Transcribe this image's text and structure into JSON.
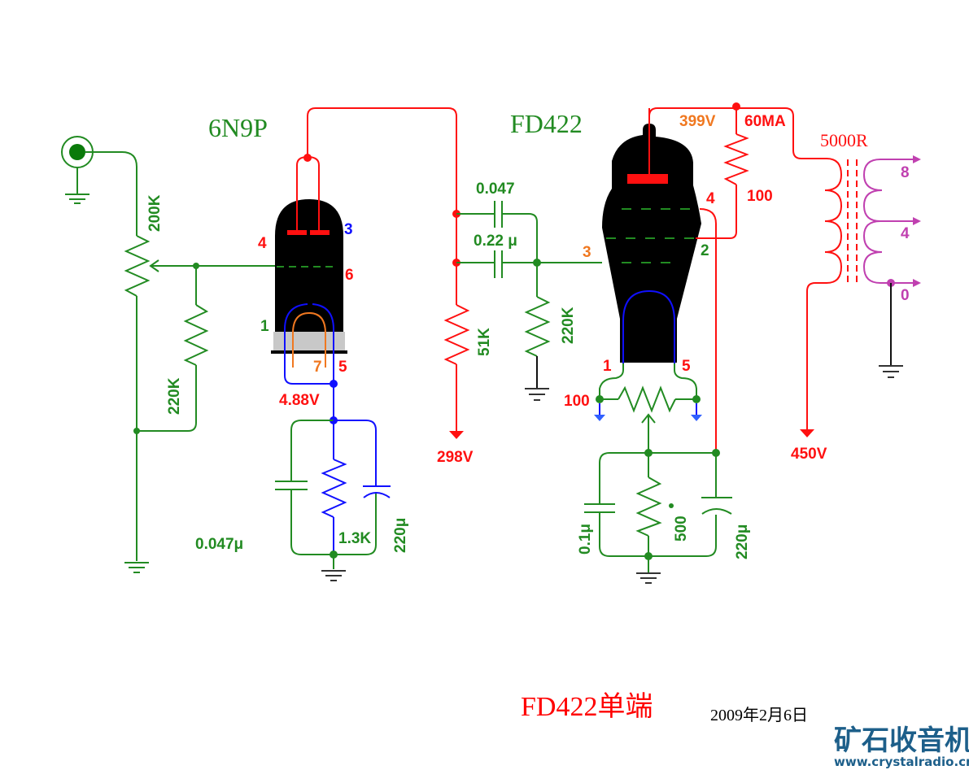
{
  "title": "FD422单端",
  "date": "2009年2月6日",
  "logo": {
    "name": "矿石收音机",
    "url": "www.crystalradio.cn"
  },
  "colors": {
    "wire_hv": "#ff1010",
    "wire_signal": "#228b22",
    "wire_cathode": "#1010ff",
    "heater": "#f07820",
    "output": "#c040b0",
    "tube_body": "#000000"
  },
  "tubes": {
    "v1": {
      "name": "6N9P",
      "pins": {
        "plate_a": "4",
        "plate_b": "3",
        "grid": "6",
        "cathode_a": "1",
        "heater": "7",
        "cathode_b": "5"
      }
    },
    "v2": {
      "name": "FD422",
      "pins": {
        "plate_top": "4",
        "grid1": "3",
        "grid2": "2",
        "filament_a": "1",
        "filament_b": "5"
      }
    }
  },
  "components": {
    "volume_pot": "200K",
    "grid_resistor_v1": "220K",
    "cathode_resistor_v1": "1.3K",
    "cathode_cap_v1": "220μ",
    "cathode_bypass_v1": "0.047μ",
    "plate_resistor_v1": "51K",
    "coupling_cap_a": "0.047",
    "coupling_cap_b": "0.22 μ",
    "grid_resistor_v2": "220K",
    "screen_resistor": "100",
    "hum_pot": "100",
    "cathode_resistor_v2": "500",
    "cathode_cap_v2_a": "0.1μ",
    "cathode_cap_v2_b": "220μ",
    "output_transformer": "5000R"
  },
  "voltages": {
    "v1_cathode": "4.88V",
    "v1_supply": "298V",
    "v2_plate": "399V",
    "v2_current": "60MA",
    "b_plus": "450V"
  },
  "outputs": {
    "tap_8": "8",
    "tap_4": "4",
    "tap_0": "0"
  }
}
